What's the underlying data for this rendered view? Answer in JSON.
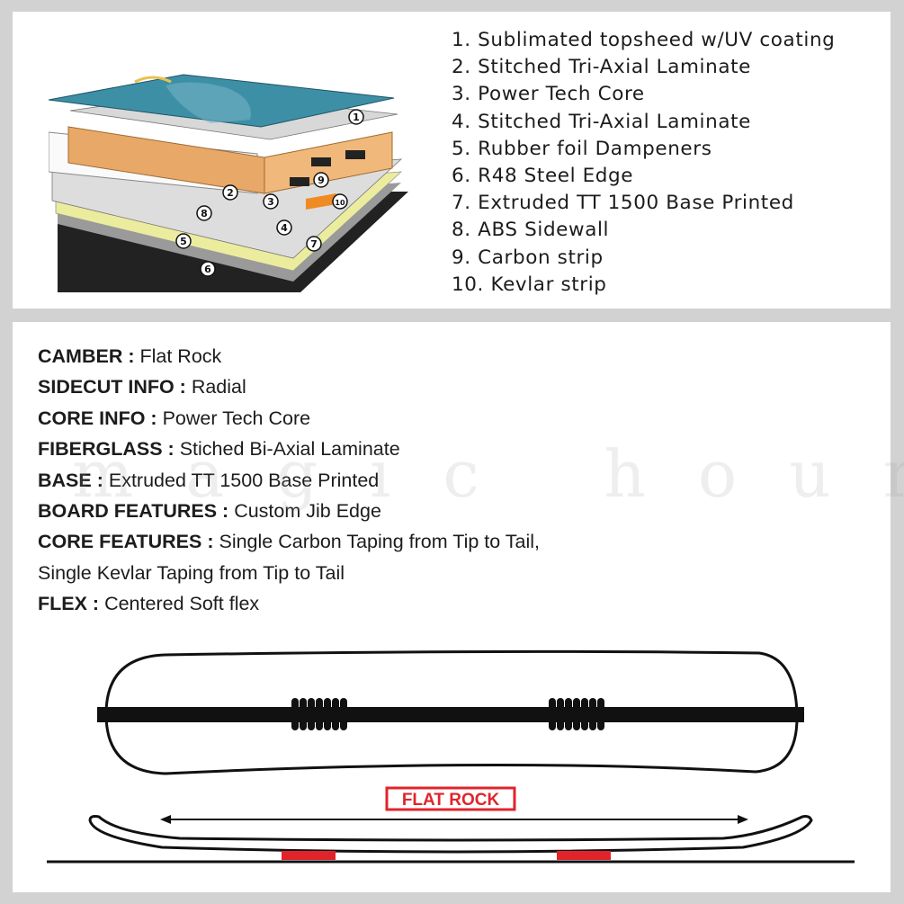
{
  "layers": [
    {
      "num": "1.",
      "label": "Sublimated topsheed w/UV coating"
    },
    {
      "num": "2.",
      "label": "Stitched Tri-Axial Laminate"
    },
    {
      "num": "3.",
      "label": "Power Tech Core"
    },
    {
      "num": "4.",
      "label": "Stitched Tri-Axial Laminate"
    },
    {
      "num": "5.",
      "label": "Rubber foil Dampeners"
    },
    {
      "num": "6.",
      "label": "R48 Steel Edge"
    },
    {
      "num": "7.",
      "label": "Extruded TT 1500 Base Printed"
    },
    {
      "num": "8.",
      "label": "ABS Sidewall"
    },
    {
      "num": "9.",
      "label": "Carbon strip"
    },
    {
      "num": "10.",
      "label": "Kevlar strip"
    }
  ],
  "callouts": [
    "1",
    "2",
    "3",
    "4",
    "5",
    "6",
    "7",
    "8",
    "9",
    "10"
  ],
  "specs": [
    {
      "key": "CAMBER :",
      "value": "Flat Rock"
    },
    {
      "key": "SIDECUT INFO :",
      "value": "Radial"
    },
    {
      "key": "CORE INFO :",
      "value": "Power Tech Core"
    },
    {
      "key": "FIBERGLASS :",
      "value": "Stiched Bi-Axial Laminate"
    },
    {
      "key": "BASE :",
      "value": "Extruded TT 1500 Base Printed"
    },
    {
      "key": "BOARD FEATURES :",
      "value": "Custom Jib Edge"
    },
    {
      "key": "CORE FEATURES :",
      "value": "Single Carbon Taping from Tip to Tail,"
    },
    {
      "key": "",
      "value": "Single Kevlar Taping from Tip to Tail"
    },
    {
      "key": "FLEX :",
      "value": "Centered Soft flex"
    }
  ],
  "profile_label": "FLAT ROCK",
  "watermark": "magic hour",
  "colors": {
    "accent_red": "#e0242b",
    "topsheet": "#3d8fa6",
    "core": "#e8a868",
    "base": "#222222"
  }
}
